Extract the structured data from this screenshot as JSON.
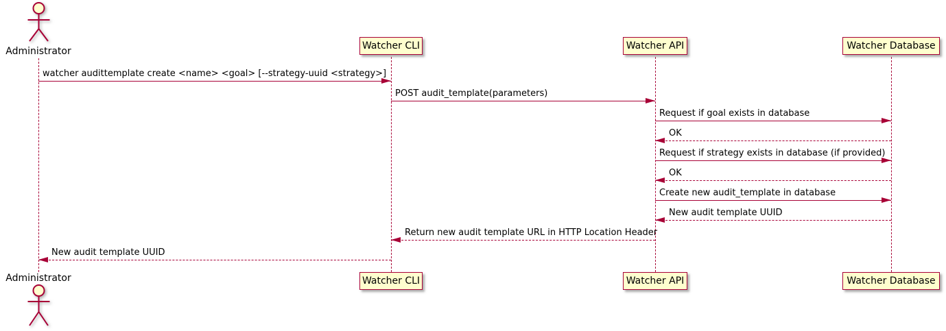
{
  "diagram": {
    "type": "sequence",
    "lifelines": [
      {
        "label": "Administrator",
        "kind": "actor"
      },
      {
        "label": "Watcher CLI",
        "kind": "participant"
      },
      {
        "label": "Watcher API",
        "kind": "participant"
      },
      {
        "label": "Watcher Database",
        "kind": "participant"
      }
    ],
    "messages": [
      {
        "from": "Administrator",
        "to": "Watcher CLI",
        "style": "solid",
        "label": "watcher audittemplate create <name> <goal> [--strategy-uuid <strategy>]"
      },
      {
        "from": "Watcher CLI",
        "to": "Watcher API",
        "style": "solid",
        "label": "POST audit_template(parameters)"
      },
      {
        "from": "Watcher API",
        "to": "Watcher Database",
        "style": "solid",
        "label": "Request if goal exists in database"
      },
      {
        "from": "Watcher Database",
        "to": "Watcher API",
        "style": "dashed",
        "label": "OK"
      },
      {
        "from": "Watcher API",
        "to": "Watcher Database",
        "style": "solid",
        "label": "Request if strategy exists in database (if provided)"
      },
      {
        "from": "Watcher Database",
        "to": "Watcher API",
        "style": "dashed",
        "label": "OK"
      },
      {
        "from": "Watcher API",
        "to": "Watcher Database",
        "style": "solid",
        "label": "Create new audit_template in database"
      },
      {
        "from": "Watcher Database",
        "to": "Watcher API",
        "style": "dashed",
        "label": "New audit template UUID"
      },
      {
        "from": "Watcher API",
        "to": "Watcher CLI",
        "style": "dashed",
        "label": "Return new audit template URL in HTTP Location Header"
      },
      {
        "from": "Watcher CLI",
        "to": "Administrator",
        "style": "dashed",
        "label": "New audit template UUID"
      }
    ],
    "colors": {
      "participant_fill": "#FEFECE",
      "stroke": "#A80036",
      "text": "#000000"
    }
  }
}
